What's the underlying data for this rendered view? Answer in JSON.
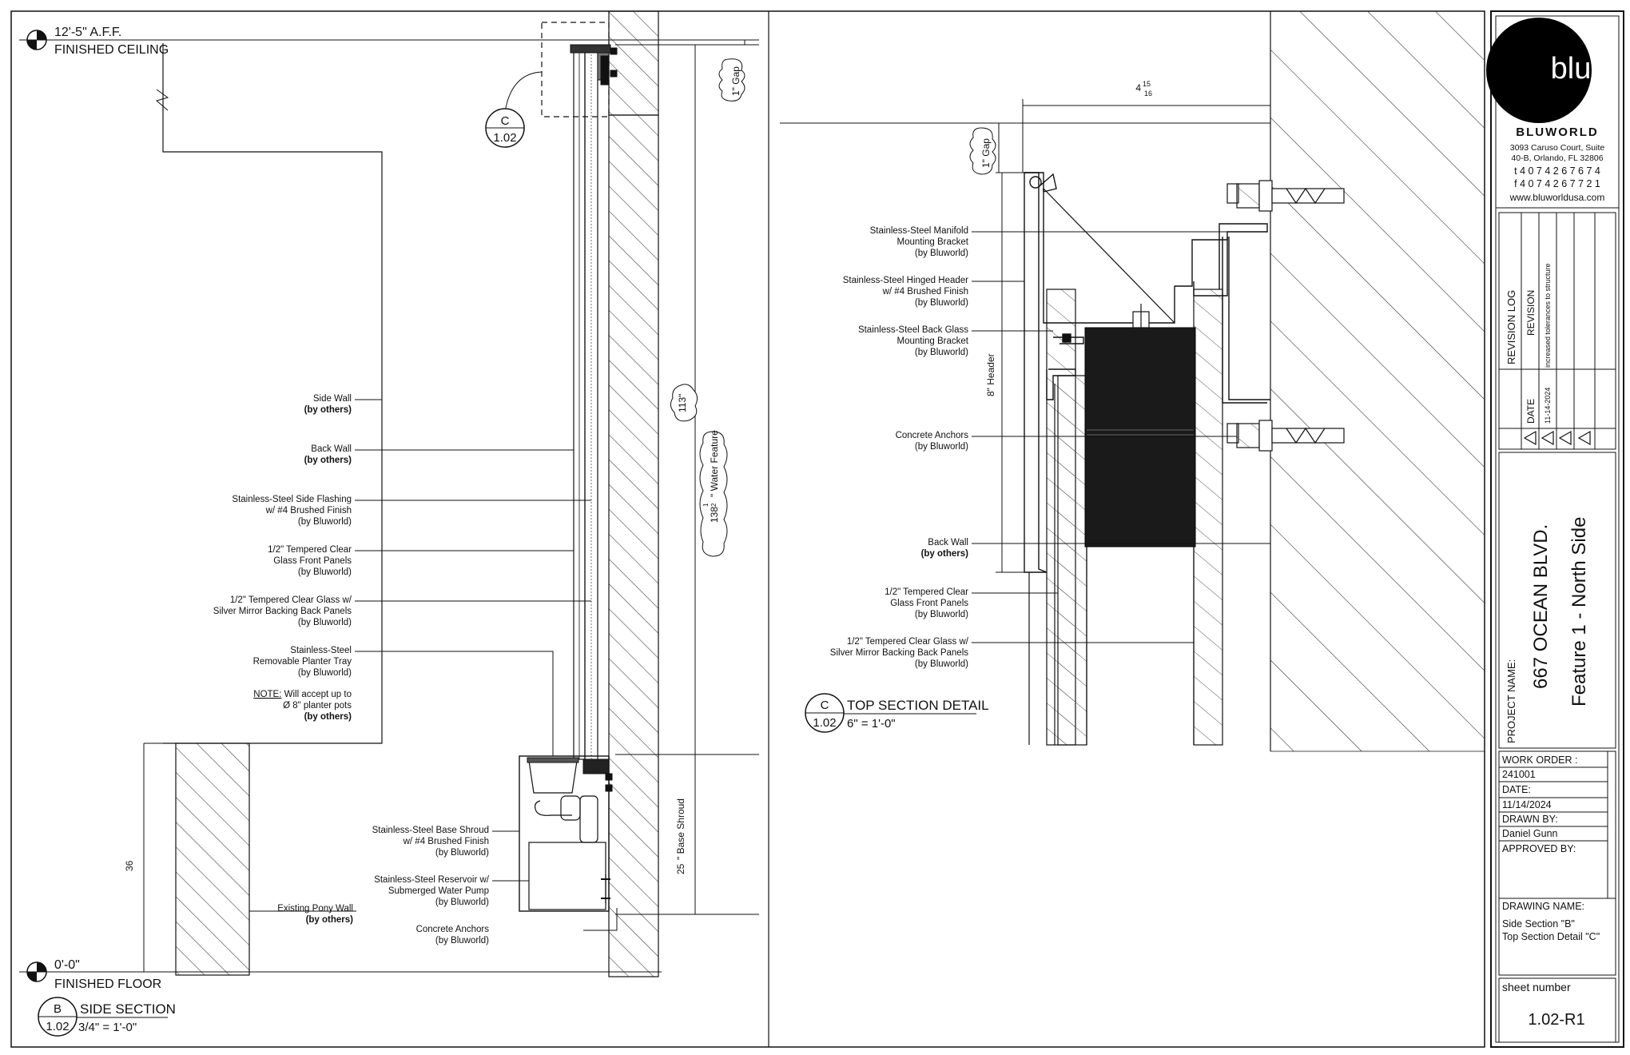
{
  "side_section": {
    "ceiling_elev": "12'-5\" A.F.F.",
    "ceiling_label": "FINISHED CEILING",
    "floor_elev": "0'-0\"",
    "floor_label": "FINISHED FLOOR",
    "callout_letter": "C",
    "callout_sheet": "1.02",
    "title_letter": "B",
    "title_sheet": "1.02",
    "title": "SIDE SECTION",
    "scale": "3/4\" = 1'-0\"",
    "dim_gap": "1\" Gap",
    "dim_total": "113\"",
    "dim_feature_a": "138",
    "dim_feature_frac_num": "1",
    "dim_feature_frac_den": "2",
    "dim_feature_b": "\" Water Feature",
    "dim_base_a": "25",
    "dim_base_b": "\" Base Shroud",
    "dim_pony": "36",
    "labels": [
      {
        "lines": [
          "Side Wall",
          "(by others)"
        ],
        "bold_last": true
      },
      {
        "lines": [
          "Back Wall",
          "(by others)"
        ],
        "bold_last": true
      },
      {
        "lines": [
          "Stainless-Steel Side Flashing",
          "w/ #4 Brushed Finish",
          "(by Bluworld)"
        ],
        "bold_last": false
      },
      {
        "lines": [
          "1/2\" Tempered Clear",
          "Glass Front Panels",
          "(by Bluworld)"
        ],
        "bold_last": false
      },
      {
        "lines": [
          "1/2\" Tempered Clear Glass w/",
          "Silver Mirror Backing Back Panels",
          "(by Bluworld)"
        ],
        "bold_last": false
      },
      {
        "lines": [
          "Stainless-Steel",
          "Removable Planter Tray",
          "(by Bluworld)"
        ],
        "bold_last": false
      }
    ],
    "note_prefix": "NOTE:",
    "note_lines": [
      " Will accept up to",
      "Ø 8\" planter pots",
      "(by others)"
    ],
    "lower_labels": [
      {
        "lines": [
          "Stainless-Steel Base Shroud",
          "w/ #4 Brushed Finish",
          "(by Bluworld)"
        ]
      },
      {
        "lines": [
          "Stainless-Steel Reservoir w/",
          "Submerged Water Pump",
          "(by Bluworld)"
        ]
      },
      {
        "lines": [
          "Concrete Anchors",
          "(by Bluworld)"
        ]
      }
    ],
    "pony_label": [
      "Existing Pony Wall",
      "(by others)"
    ]
  },
  "top_detail": {
    "dim_top_a": "4",
    "dim_top_num": "15",
    "dim_top_den": "16",
    "dim_gap": "1\" Gap",
    "dim_header": "8\" Header",
    "title_letter": "C",
    "title_sheet": "1.02",
    "title": "TOP SECTION DETAIL",
    "scale": "6\" = 1'-0\"",
    "labels": [
      {
        "lines": [
          "Stainless-Steel Manifold",
          "Mounting Bracket",
          "(by Bluworld)"
        ],
        "bold_last": false
      },
      {
        "lines": [
          "Stainless-Steel Hinged Header",
          "w/ #4 Brushed Finish",
          "(by Bluworld)"
        ],
        "bold_last": false
      },
      {
        "lines": [
          "Stainless-Steel Back Glass",
          "Mounting Bracket",
          "(by Bluworld)"
        ],
        "bold_last": false
      },
      {
        "lines": [
          "Concrete Anchors",
          "(by Bluworld)"
        ],
        "bold_last": false
      },
      {
        "lines": [
          "Back Wall",
          "(by others)"
        ],
        "bold_last": true
      },
      {
        "lines": [
          "1/2\" Tempered Clear",
          "Glass Front Panels",
          "(by Bluworld)"
        ],
        "bold_last": false
      },
      {
        "lines": [
          "1/2\" Tempered Clear Glass w/",
          "Silver Mirror Backing Back Panels",
          "(by Bluworld)"
        ],
        "bold_last": false
      }
    ]
  },
  "title_block": {
    "logo_text": "blu",
    "company": "BLUWORLD",
    "address1": "3093 Caruso Court, Suite",
    "address2": "40-B, Orlando, FL 32806",
    "phone": "t 4 0 7 4 2 6 7 6 7 4",
    "fax": "f 4 0 7 4 2 6 7 7 2 1",
    "web": "www.bluworldusa.com",
    "revision_log": "REVISION LOG",
    "date_header": "DATE",
    "revision_header": "REVISION",
    "rev_date": "11-14-2024",
    "rev_text": "increased tolerances to structure",
    "project_label": "PROJECT NAME:",
    "project_name": "667 OCEAN BLVD.",
    "project_sub": "Feature 1 - North Side",
    "work_order_label": "WORK ORDER :",
    "work_order": "241001",
    "date_label": "DATE:",
    "date": "11/14/2024",
    "drawn_label": "DRAWN BY:",
    "drawn_by": "Daniel Gunn",
    "approved_label": "APPROVED BY:",
    "drawing_name_label": "DRAWING NAME:",
    "drawing_name_1": "Side Section \"B\"",
    "drawing_name_2": "Top Section Detail \"C\"",
    "sheet_label": "sheet number",
    "sheet_number": "1.02-R1"
  }
}
